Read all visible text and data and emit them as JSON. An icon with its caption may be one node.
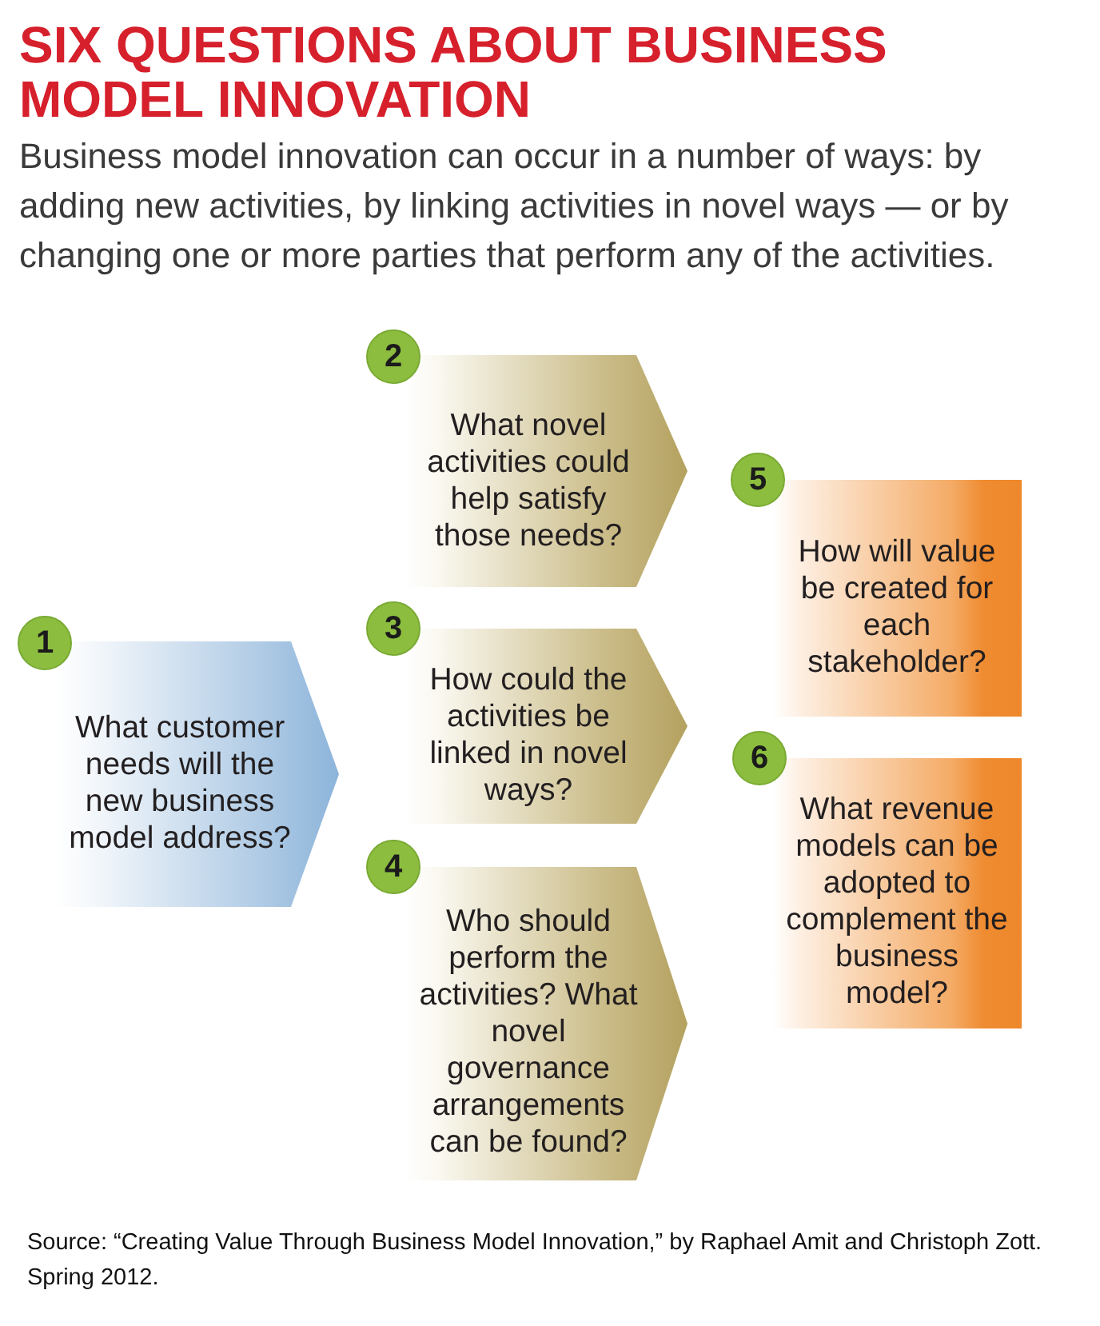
{
  "diagram": {
    "title": "SIX QUESTIONS ABOUT BUSINESS MODEL INNOVATION",
    "caption": "Source: “Creating Value Through Business Model Innovation,” by Raphael Amit and Christoph Zott. Spring 2012.",
    "nodes": [
      {
        "text": [
          "1",
          "What customer needs will the new business model address?"
        ]
      },
      {
        "text": [
          "2",
          "What novel activities could help satisfy those needs?"
        ]
      },
      {
        "text": [
          "3",
          "How could the activities be linked in novel ways?"
        ]
      },
      {
        "text": [
          "4",
          "Who should perform the activities? What novel governance arrangements can be found?"
        ]
      },
      {
        "text": [
          "5",
          "How will value be created for each stakeholder?"
        ]
      },
      {
        "text": [
          "6",
          "What revenue models can be adopted to complement the business model?"
        ]
      }
    ],
    "labels": [
      "Business model innovation can occur in a number of ways: by adding new activities, by linking activities in novel ways — or by changing one or more parties that perform any of the activities."
    ]
  }
}
